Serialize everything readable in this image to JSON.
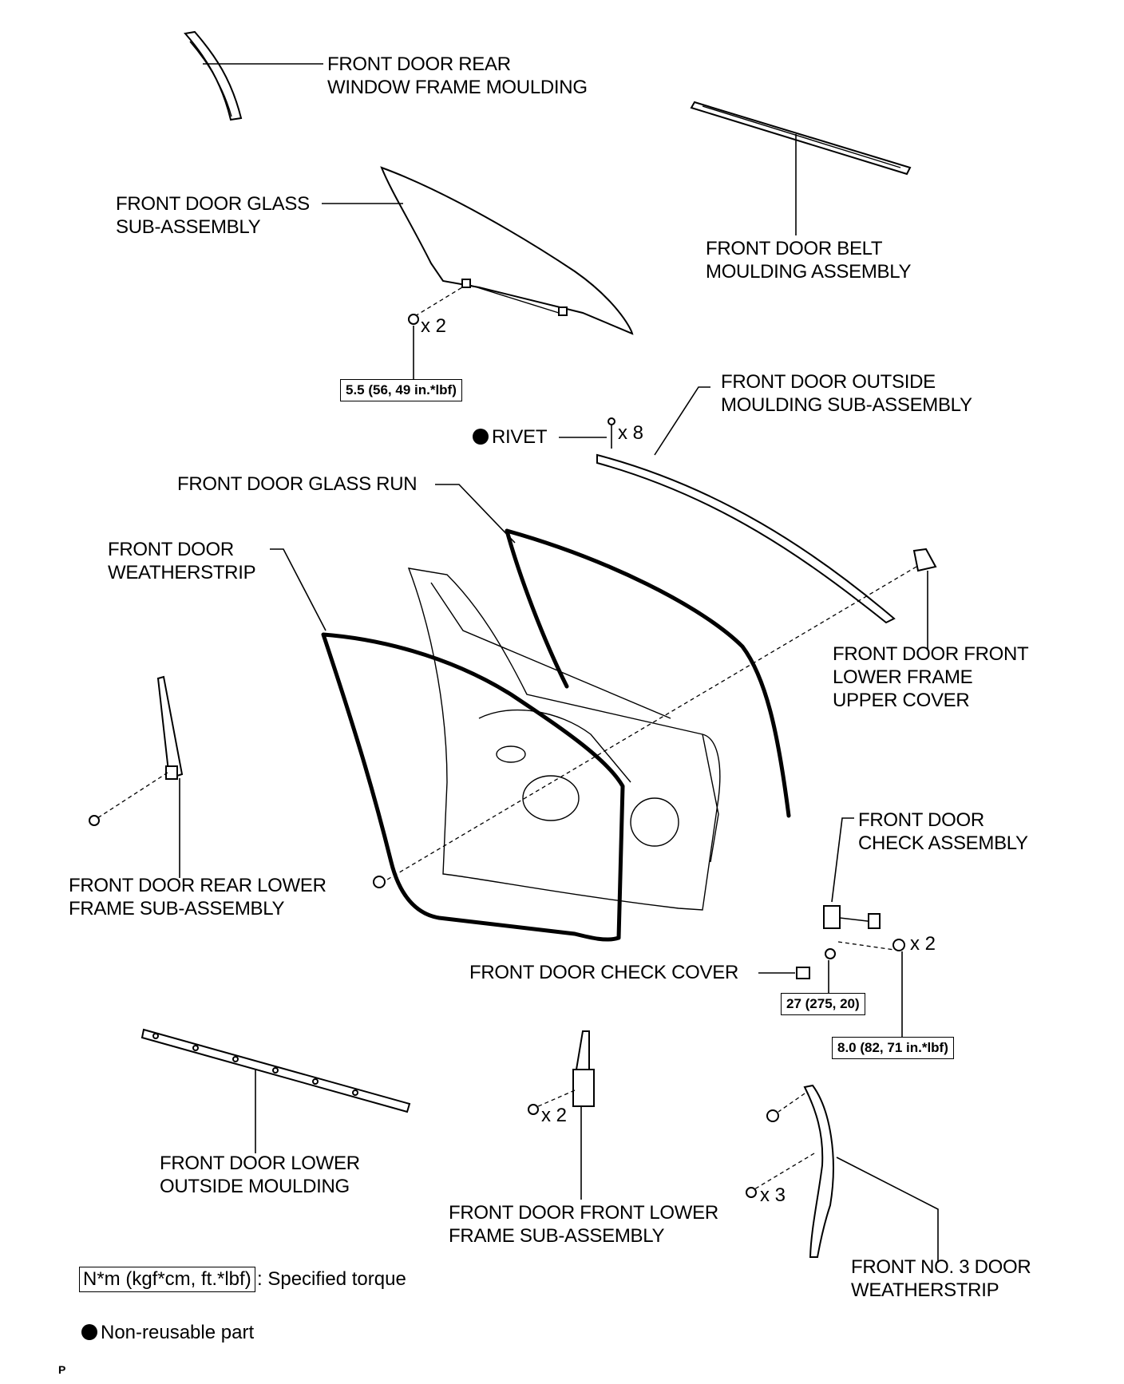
{
  "labels": {
    "rear_window_frame_moulding": "FRONT DOOR REAR\nWINDOW FRAME MOULDING",
    "glass_sub_assembly": "FRONT DOOR GLASS\nSUB-ASSEMBLY",
    "belt_moulding": "FRONT DOOR BELT\nMOULDING ASSEMBLY",
    "outside_moulding": "FRONT DOOR OUTSIDE\nMOULDING SUB-ASSEMBLY",
    "rivet": "RIVET",
    "glass_run": "FRONT DOOR GLASS RUN",
    "weatherstrip": "FRONT DOOR\nWEATHERSTRIP",
    "front_lower_frame_upper_cover": "FRONT DOOR FRONT\nLOWER FRAME\nUPPER COVER",
    "rear_lower_frame": "FRONT DOOR REAR LOWER\nFRAME SUB-ASSEMBLY",
    "check_assembly": "FRONT DOOR\nCHECK ASSEMBLY",
    "check_cover": "FRONT DOOR CHECK COVER",
    "lower_outside_moulding": "FRONT DOOR LOWER\nOUTSIDE MOULDING",
    "front_lower_frame": "FRONT DOOR FRONT LOWER\nFRAME SUB-ASSEMBLY",
    "no3_weatherstrip": "FRONT NO. 3 DOOR\nWEATHERSTRIP"
  },
  "quantities": {
    "glass_bolts": "x 2",
    "rivets": "x 8",
    "check_nuts": "x 2",
    "lower_frame_bolts": "x 2",
    "no3_clips": "x 3"
  },
  "torques": {
    "glass_bolt": "5.5 (56, 49 in.*lbf)",
    "check_bolt": "27 (275, 20)",
    "check_nut": "8.0 (82, 71 in.*lbf)"
  },
  "legend": {
    "torque_unit": "N*m (kgf*cm, ft.*lbf)",
    "torque_desc": ": Specified torque",
    "non_reusable": "Non-reusable part"
  },
  "footer": {
    "page_tag": "P"
  },
  "icons": {
    "non_reusable_marker": "filled-circle-icon"
  }
}
